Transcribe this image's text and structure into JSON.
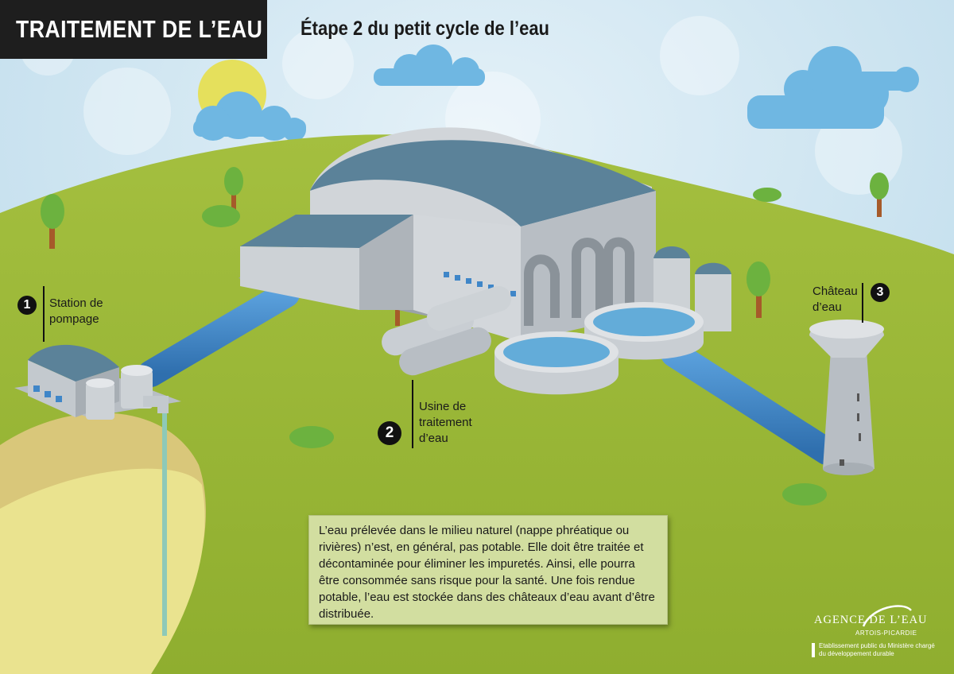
{
  "header": {
    "title": "TRAITEMENT DE L’EAU",
    "subtitle": "Étape 2 du petit cycle de l’eau"
  },
  "steps": [
    {
      "number": "1",
      "label_lines": [
        "Station de",
        "pompage"
      ]
    },
    {
      "number": "2",
      "label_lines": [
        "Usine de",
        "traitement",
        "d’eau"
      ]
    },
    {
      "number": "3",
      "label_lines": [
        "Château",
        "d’eau"
      ]
    }
  ],
  "info_text": "L’eau prélevée dans le milieu naturel (nappe phréatique ou rivières) n’est, en général, pas potable. Elle doit être traitée et décontaminée pour éliminer les impuretés. Ainsi, elle pourra être consommée sans risque pour la santé. Une fois rendue potable, l’eau est stockée dans des châteaux d’eau avant d’être distribuée.",
  "logo": {
    "name": "AGENCE DE L’EAU",
    "region": "ARTOIS-PICARDIE",
    "tagline": "Etablissement public du Ministère chargé du développement durable"
  },
  "colors": {
    "sky": "#cfe6f2",
    "grass": "#9cb83a",
    "water": "#3f86c8",
    "building": "#c9ced3",
    "roof": "#5b8299",
    "title_bg": "#1e1e1e"
  }
}
